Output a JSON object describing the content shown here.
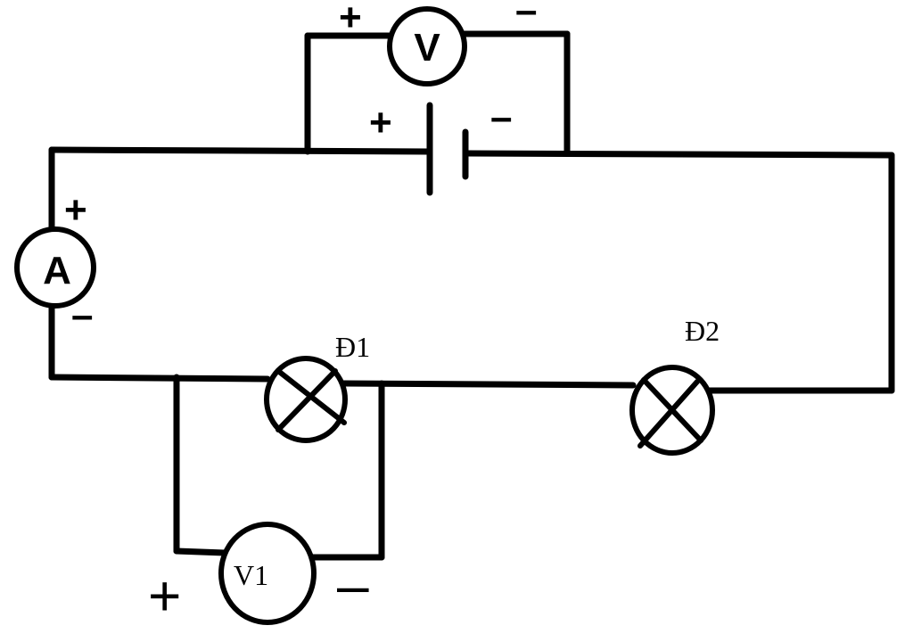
{
  "colors": {
    "ink": "#000000",
    "paper": "#ffffff"
  },
  "battery": {
    "plus": "+",
    "minus": "–"
  },
  "voltmeter_top": {
    "letter": "V",
    "plus": "+",
    "minus": "–"
  },
  "ammeter": {
    "letter": "A",
    "plus": "+",
    "minus": "–"
  },
  "lamp1": {
    "label": "Đ1"
  },
  "lamp2": {
    "label": "Đ2"
  },
  "voltmeter_v1": {
    "label": "V1",
    "plus": "+",
    "minus": "–"
  }
}
